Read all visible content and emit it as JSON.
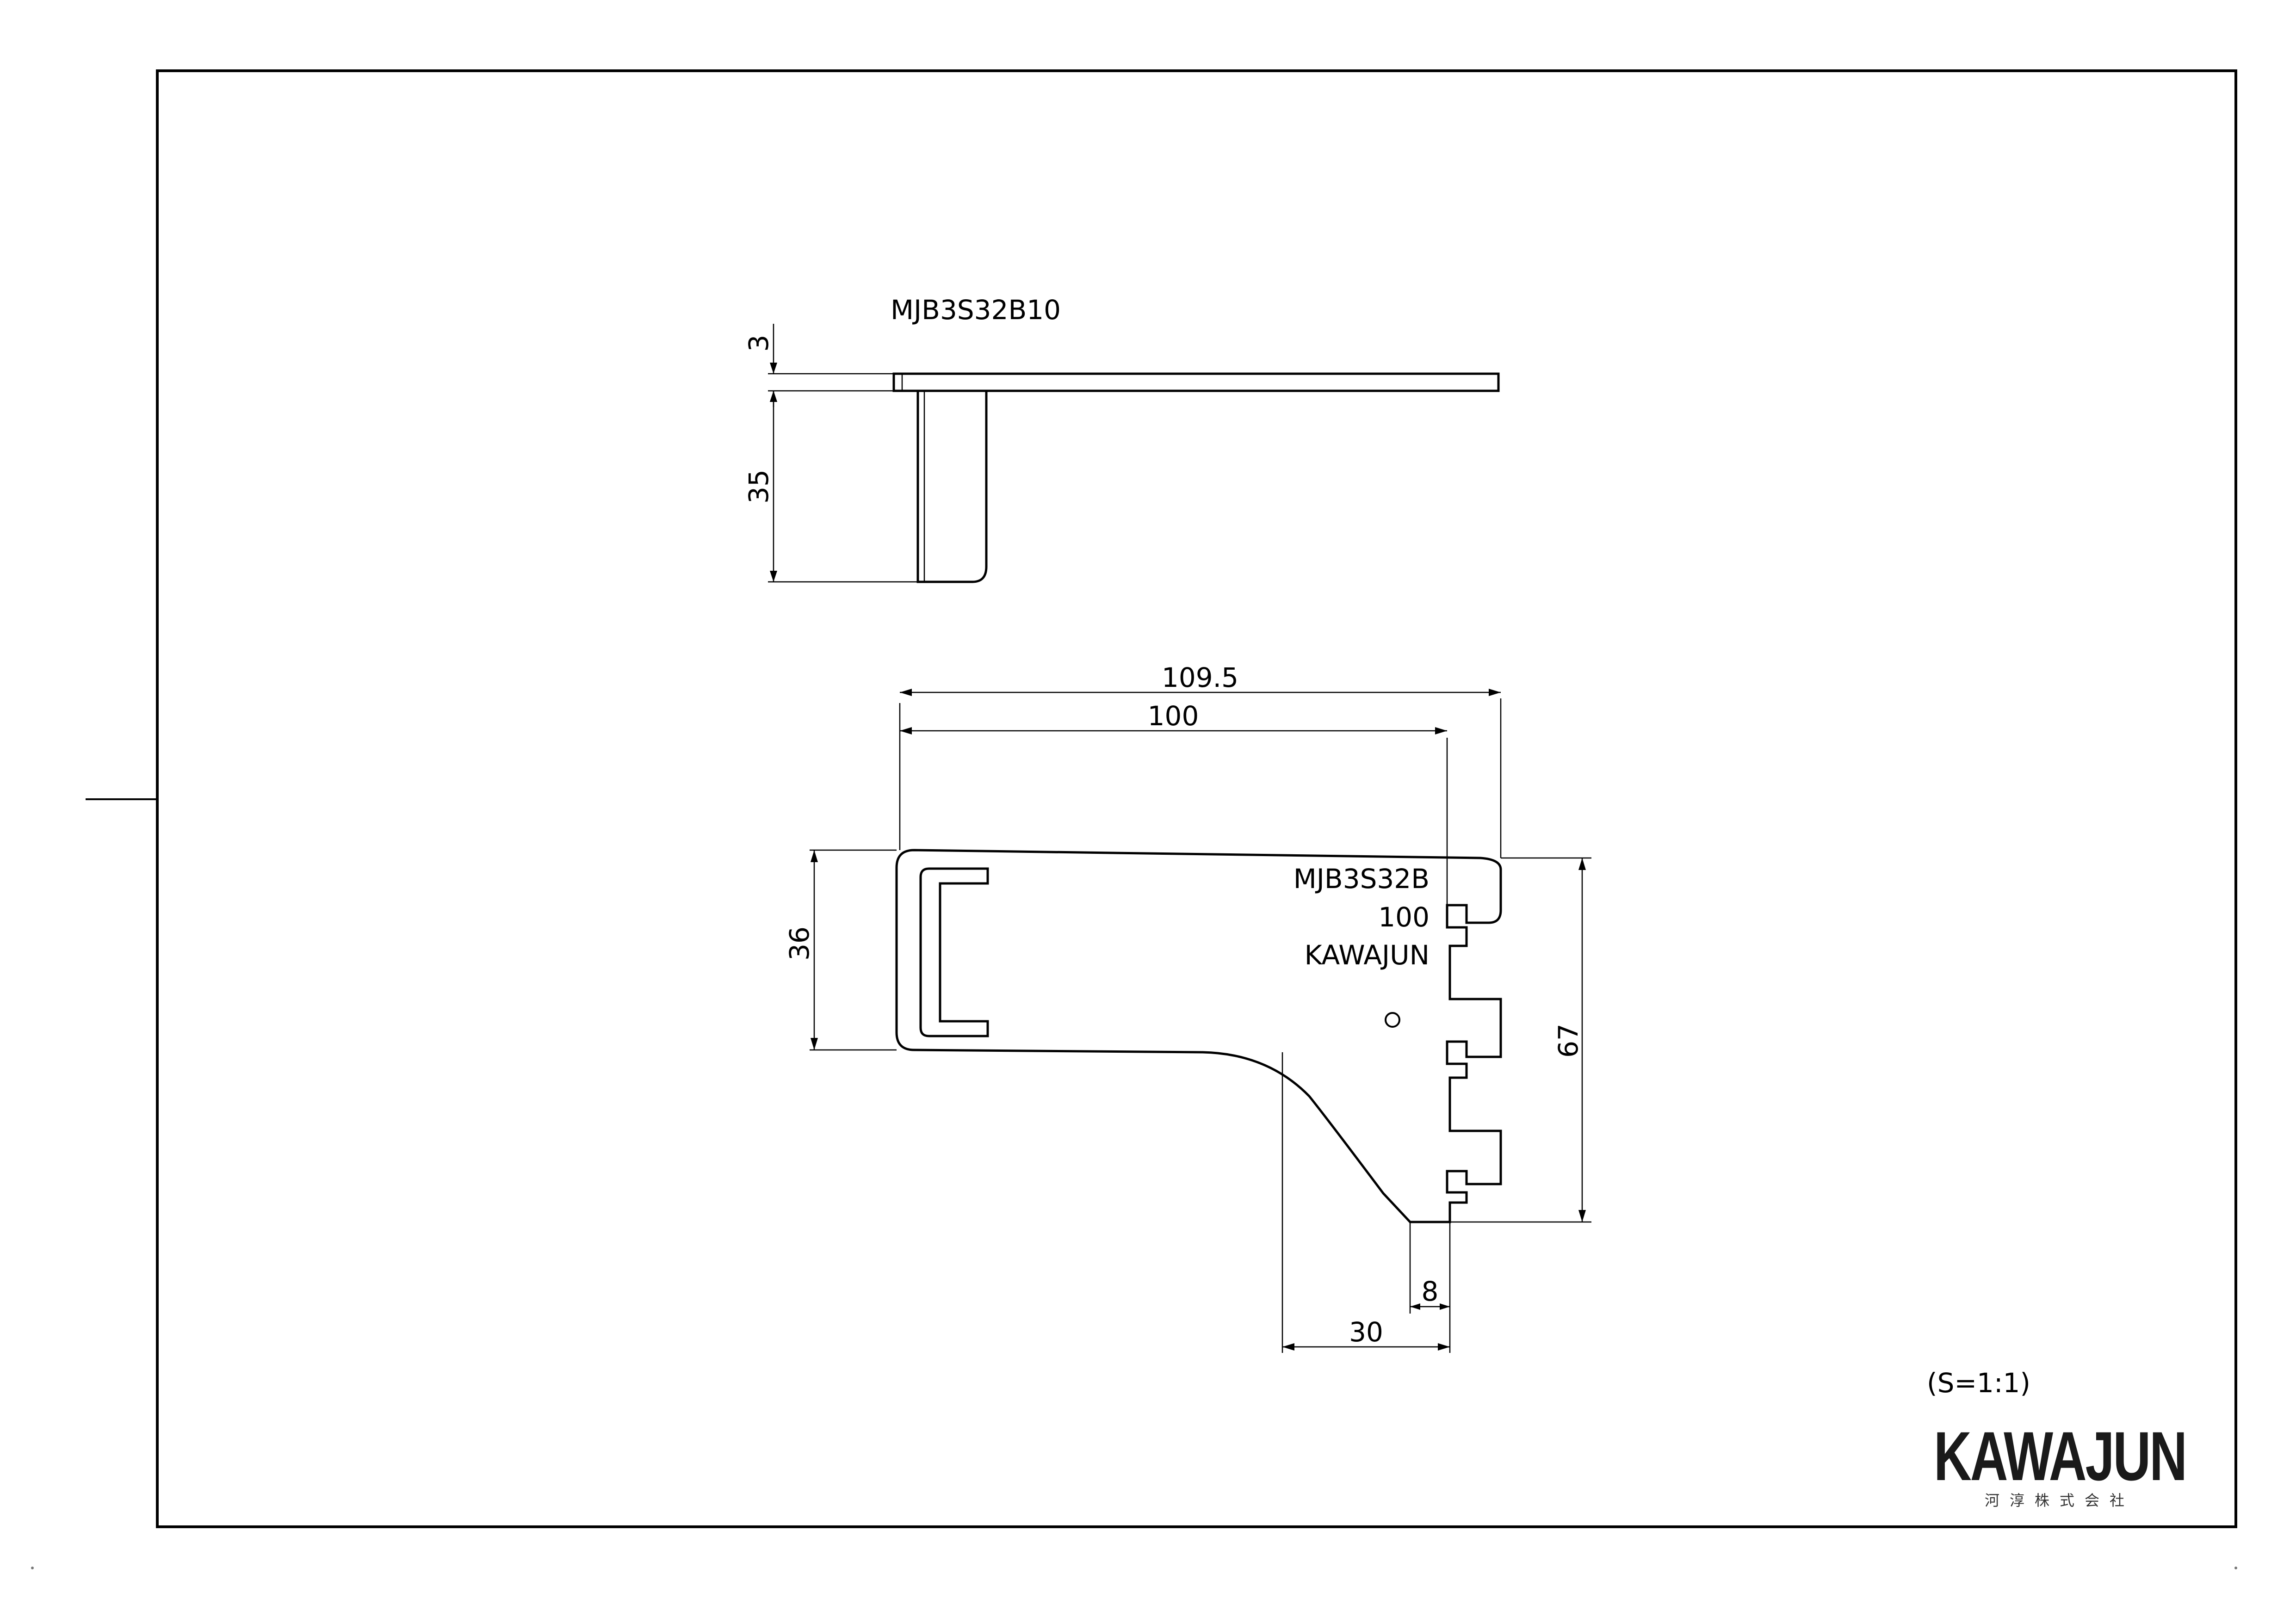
{
  "views": {
    "side": {
      "part_label": "MJB3S32B10",
      "dims": {
        "thickness": "3",
        "height": "35"
      }
    },
    "front": {
      "marking_lines": [
        "MJB3S32B",
        "100",
        "KAWAJUN"
      ],
      "dims": {
        "overall_length": "109.5",
        "length": "100",
        "arm_height": "36",
        "total_height": "67",
        "tip_width": "8",
        "base_width": "30"
      }
    }
  },
  "scale_note": "(S=1:1)",
  "brand": {
    "logo_text": "KAWAJUN",
    "company_jp": "河淳株式会社"
  }
}
